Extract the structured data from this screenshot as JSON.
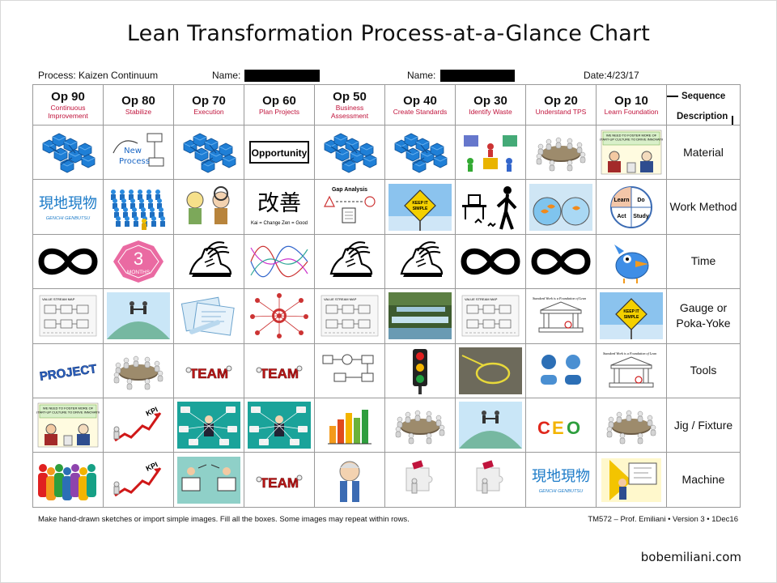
{
  "title": "Lean Transformation Process-at-a-Glance Chart",
  "meta": {
    "process": "Process: Kaizen Continuum",
    "name1_label": "Name:",
    "name2_label": "Name:",
    "date": "Date:4/23/17"
  },
  "header": {
    "ops": [
      {
        "code": "Op 90",
        "desc": "Continuous Improvement"
      },
      {
        "code": "Op 80",
        "desc": "Stabilize"
      },
      {
        "code": "Op 70",
        "desc": "Execution"
      },
      {
        "code": "Op 60",
        "desc": "Plan Projects"
      },
      {
        "code": "Op 50",
        "desc": "Business Assessment"
      },
      {
        "code": "Op 40",
        "desc": "Create Standards"
      },
      {
        "code": "Op 30",
        "desc": "Identify Waste"
      },
      {
        "code": "Op 20",
        "desc": "Understand TPS"
      },
      {
        "code": "Op 10",
        "desc": "Learn Foundation"
      }
    ],
    "sequence_label": "Sequence",
    "description_label": "Description"
  },
  "rows": [
    {
      "label": "Material",
      "cells": [
        "process-blocks",
        "new-process",
        "process-blocks",
        "opportunity",
        "process-blocks",
        "process-blocks",
        "waste-figures",
        "meeting-table",
        "startup-cartoon"
      ]
    },
    {
      "label": "Work Method",
      "cells": [
        "genchi-genbutsu",
        "blue-crowd",
        "magnifier-cartoon",
        "kaizen-kanji",
        "gap-analysis",
        "keep-simple-sign",
        "walking-desk",
        "fishbowl",
        "pdca-circle"
      ]
    },
    {
      "label": "Time",
      "cells": [
        "infinity",
        "three-months",
        "winged-shoe",
        "sine-waves",
        "winged-shoe",
        "winged-shoe",
        "infinity",
        "infinity",
        "blue-bird"
      ]
    },
    {
      "label": "Gauge or Poka-Yoke",
      "cells": [
        "value-stream-map",
        "hill-handshake",
        "blueprints",
        "target-network",
        "value-stream-map",
        "waterfall",
        "value-stream-map",
        "lean-house",
        "keep-simple-sign"
      ]
    },
    {
      "label": "Tools",
      "cells": [
        "project-text",
        "meeting-table",
        "team-text",
        "team-text",
        "flow-diagram",
        "traffic-light",
        "floor-circle",
        "bubble-diagram",
        "lean-house"
      ]
    },
    {
      "label": "Jig / Fixture",
      "cells": [
        "startup-cartoon",
        "kpi-chart",
        "leader-network",
        "leader-network",
        "bar-chart",
        "meeting-table",
        "hill-handshake",
        "ceo-text",
        "meeting-table"
      ]
    },
    {
      "label": "Machine",
      "cells": [
        "people-crowd",
        "kpi-chart",
        "two-screens",
        "team-text",
        "old-man",
        "puzzle-figure",
        "puzzle-figure",
        "genchi-genbutsu",
        "presenter"
      ]
    }
  ],
  "image_text": {
    "new_process": "New Process",
    "opportunity": "Opportunity",
    "genchi_kanji": "現地現物",
    "genchi_caption": "GENCHI GENBUTSU",
    "kaizen_kanji": "改善",
    "kaizen_caption": "Kai = Change  Zen = Good",
    "gap_title": "Gap Analysis",
    "keep_simple": "KEEP IT SIMPLE",
    "three": "3",
    "months": "MONTHS",
    "project": "PROJECT",
    "team": "TEAM",
    "kpi": "KPI",
    "ceo": "CEO",
    "pdca": [
      "Learn",
      "Do",
      "Act",
      "Study"
    ],
    "startup_line": "WE NEED TO FOSTER MORE OF A START-UP CULTURE TO DRIVE INNOVATION",
    "lean_house": "Standard Work is a Foundation of Lean"
  },
  "footer": {
    "left": "Make hand-drawn sketches or import simple images. Fill all the boxes. Some images may repeat within rows.",
    "right": "TM572 – Prof. Emiliani  •  Version 3  •  1Dec16"
  },
  "brand": "bobemiliani.com",
  "colors": {
    "accent_red": "#c0143c",
    "blue": "#1f7fd6",
    "border": "#999999"
  }
}
